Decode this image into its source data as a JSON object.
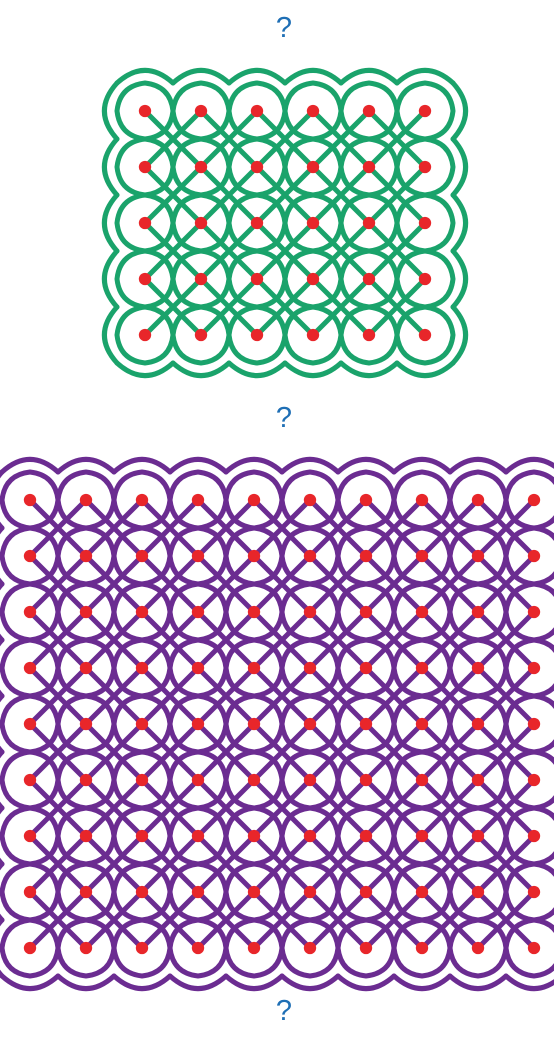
{
  "question_marks": [
    "?",
    "?",
    "?"
  ],
  "kolam_small": {
    "dot_grid": {
      "columns": 6,
      "rows": 5
    },
    "line_color": "#1aa36b",
    "dot_color": "#e8262a",
    "pattern": "sikku-kolam"
  },
  "kolam_large": {
    "dot_grid": {
      "columns": 10,
      "rows": 9
    },
    "line_color": "#6b2c91",
    "dot_color": "#e8262a",
    "pattern": "sikku-kolam"
  }
}
